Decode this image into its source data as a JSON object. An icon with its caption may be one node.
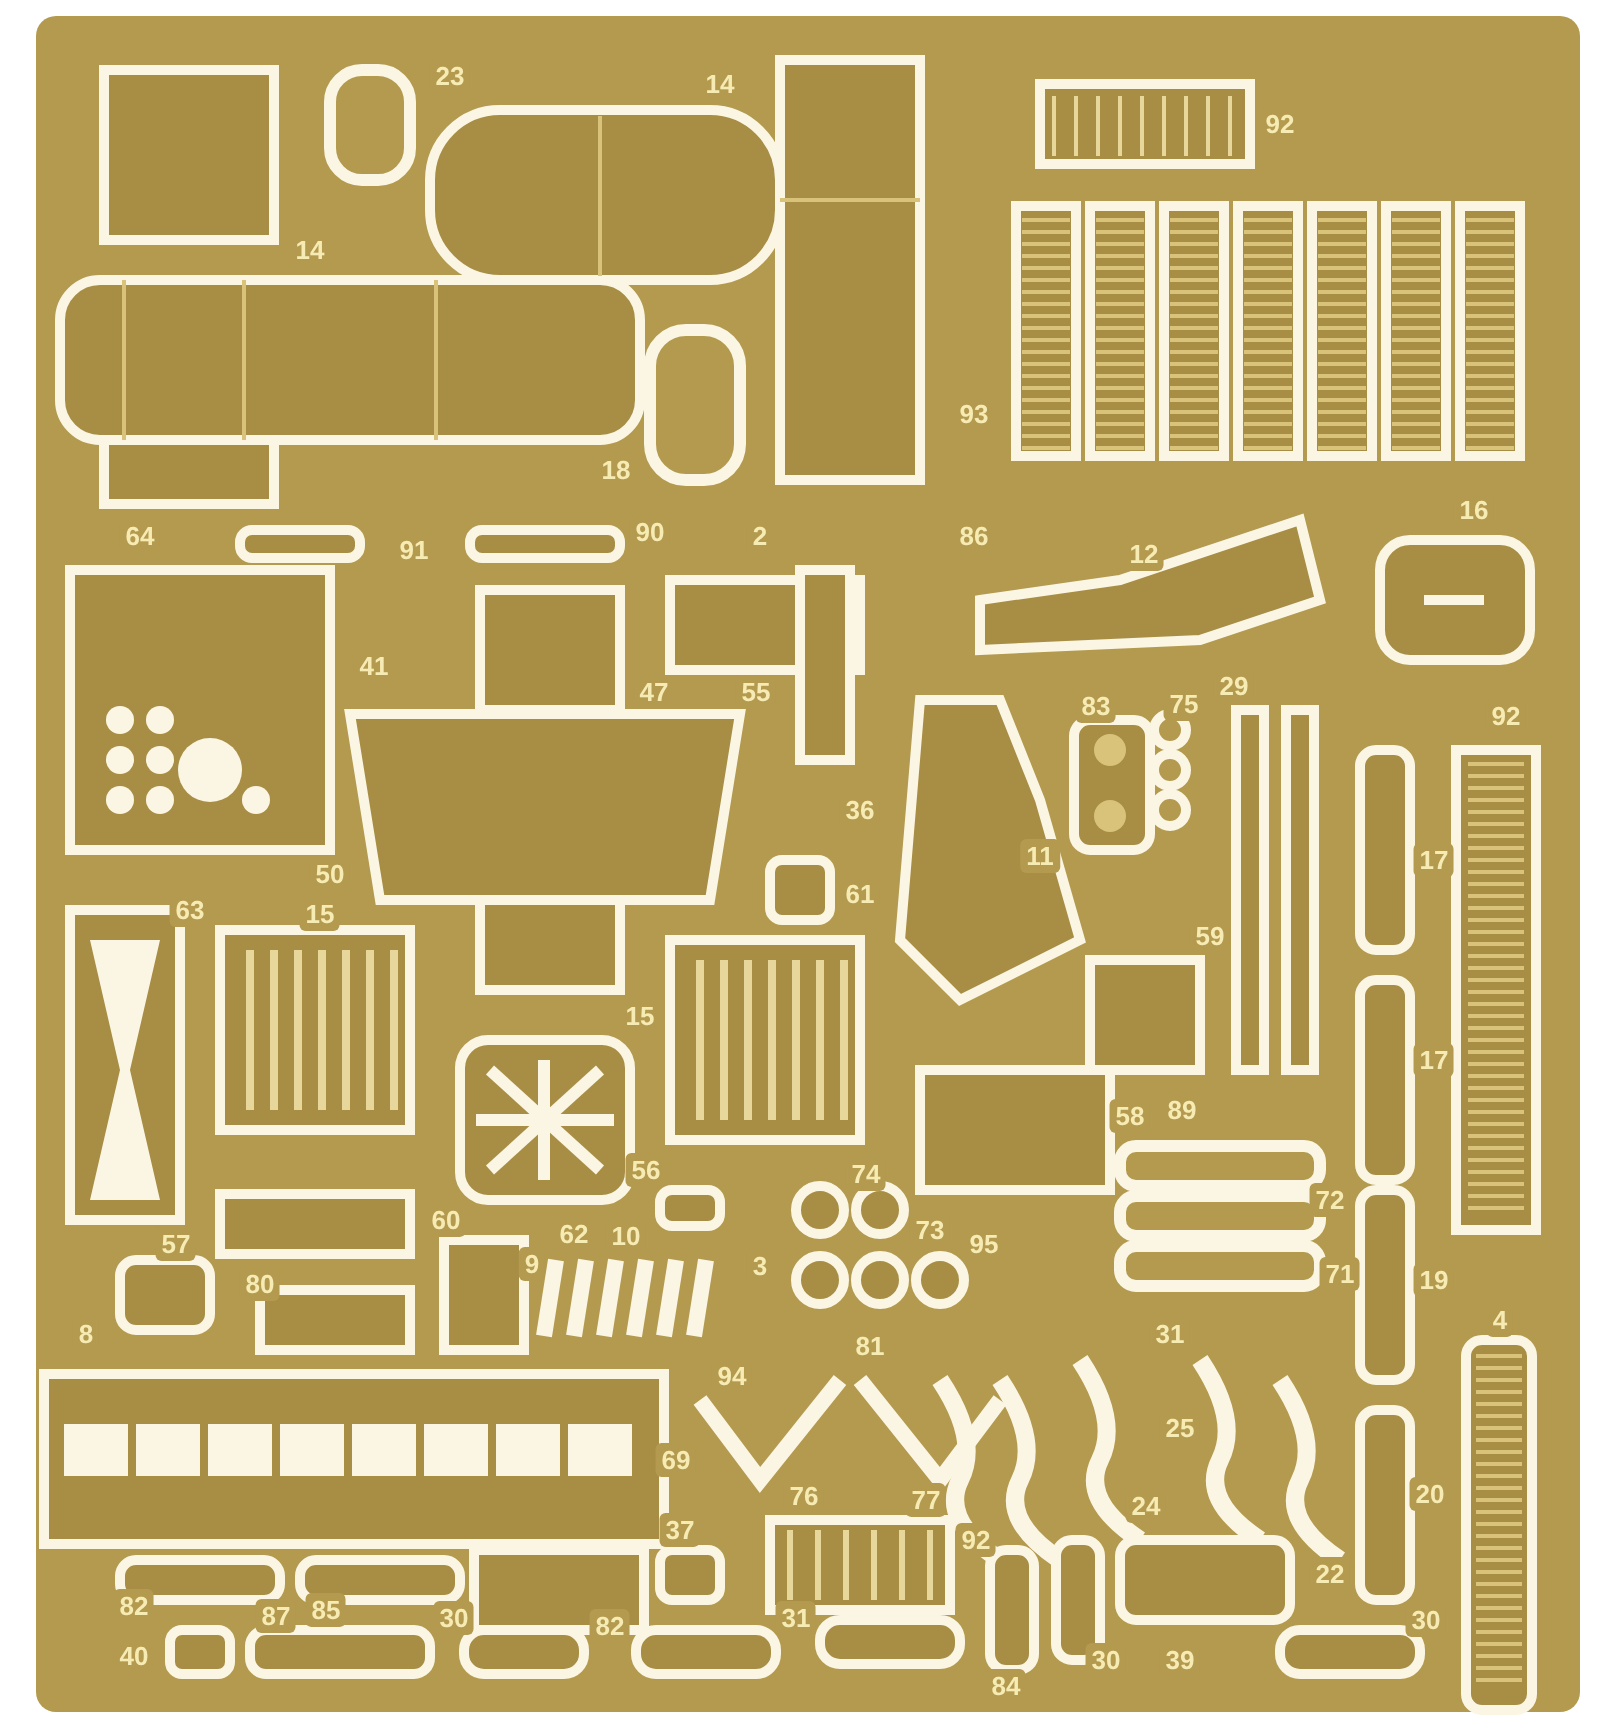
{
  "diagram": {
    "labels": [
      "23",
      "14",
      "92",
      "14",
      "93",
      "18",
      "16",
      "64",
      "91",
      "90",
      "2",
      "86",
      "12",
      "41",
      "47",
      "55",
      "83",
      "75",
      "29",
      "92",
      "36",
      "11",
      "17",
      "50",
      "61",
      "63",
      "15",
      "59",
      "15",
      "17",
      "58",
      "89",
      "56",
      "74",
      "72",
      "60",
      "62",
      "10",
      "73",
      "95",
      "9",
      "3",
      "71",
      "19",
      "57",
      "80",
      "4",
      "8",
      "81",
      "31",
      "94",
      "25",
      "69",
      "76",
      "77",
      "24",
      "37",
      "92",
      "22",
      "20",
      "82",
      "87",
      "85",
      "30",
      "82",
      "31",
      "40",
      "30",
      "39",
      "84",
      "30"
    ]
  }
}
